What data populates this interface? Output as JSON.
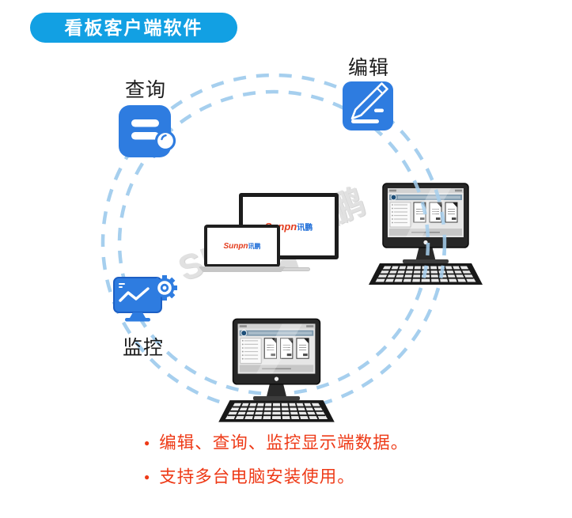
{
  "header": {
    "title": "看板客户端软件"
  },
  "diagram": {
    "labels": {
      "query": "查询",
      "edit": "编辑",
      "monitor": "监控"
    },
    "watermark": "SUNPN讯鹏",
    "device_logo": {
      "en": "Sunpn",
      "cn": "讯鹏"
    },
    "colors": {
      "header_blue": "#12a0e3",
      "icon_blue": "#2e7ce0",
      "dash_blue": "#a6cfee",
      "bullet_red": "#ee3a17"
    }
  },
  "bullets": {
    "items": [
      "编辑、查询、监控显示端数据。",
      "支持多台电脑安装使用。"
    ]
  }
}
